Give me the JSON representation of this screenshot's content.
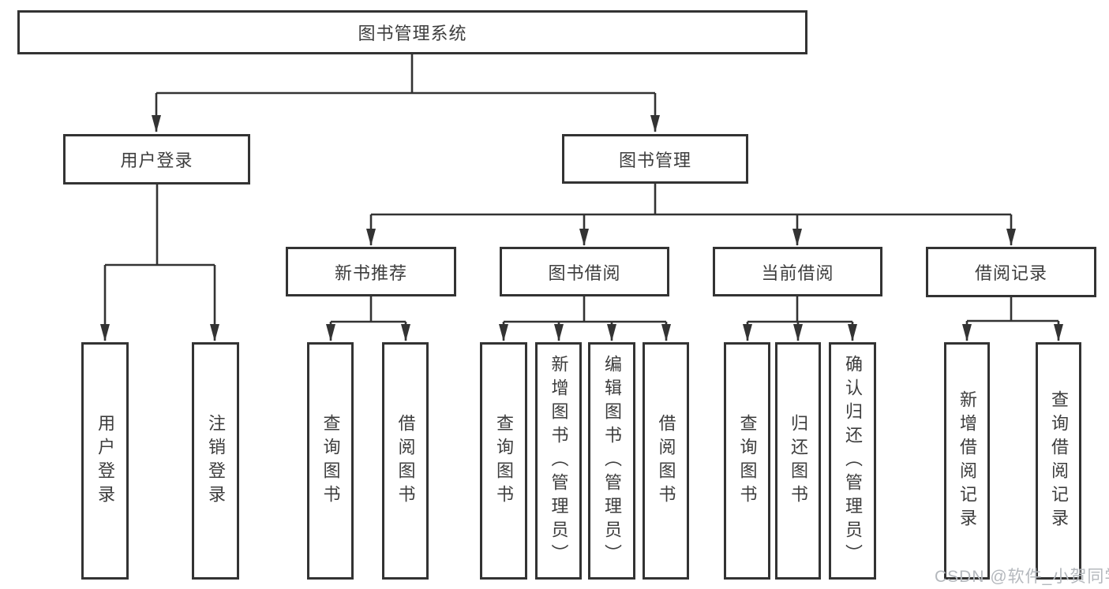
{
  "diagram": {
    "root": {
      "label": "图书管理系统"
    },
    "branches": [
      {
        "label": "用户登录",
        "leaves": [
          {
            "label": "用户登录"
          },
          {
            "label": "注销登录"
          }
        ]
      },
      {
        "label": "图书管理",
        "groups": [
          {
            "label": "新书推荐",
            "leaves": [
              {
                "label": "查询图书"
              },
              {
                "label": "借阅图书"
              }
            ]
          },
          {
            "label": "图书借阅",
            "leaves": [
              {
                "label": "查询图书"
              },
              {
                "label": "新增图书（管理员）"
              },
              {
                "label": "编辑图书（管理员）"
              },
              {
                "label": "借阅图书"
              }
            ]
          },
          {
            "label": "当前借阅",
            "leaves": [
              {
                "label": "查询图书"
              },
              {
                "label": "归还图书"
              },
              {
                "label": "确认归还（管理员）"
              }
            ]
          },
          {
            "label": "借阅记录",
            "leaves": [
              {
                "label": "新增借阅记录"
              },
              {
                "label": "查询借阅记录"
              }
            ]
          }
        ]
      }
    ]
  },
  "watermark": {
    "text": "CSDN @软件_小贺同学"
  },
  "colors": {
    "line": "#333333",
    "box_border": "#333333",
    "box_background": "#ffffff",
    "text": "#3d3d3d",
    "page_background": "#ffffff",
    "watermark": "#b4b8bd"
  }
}
